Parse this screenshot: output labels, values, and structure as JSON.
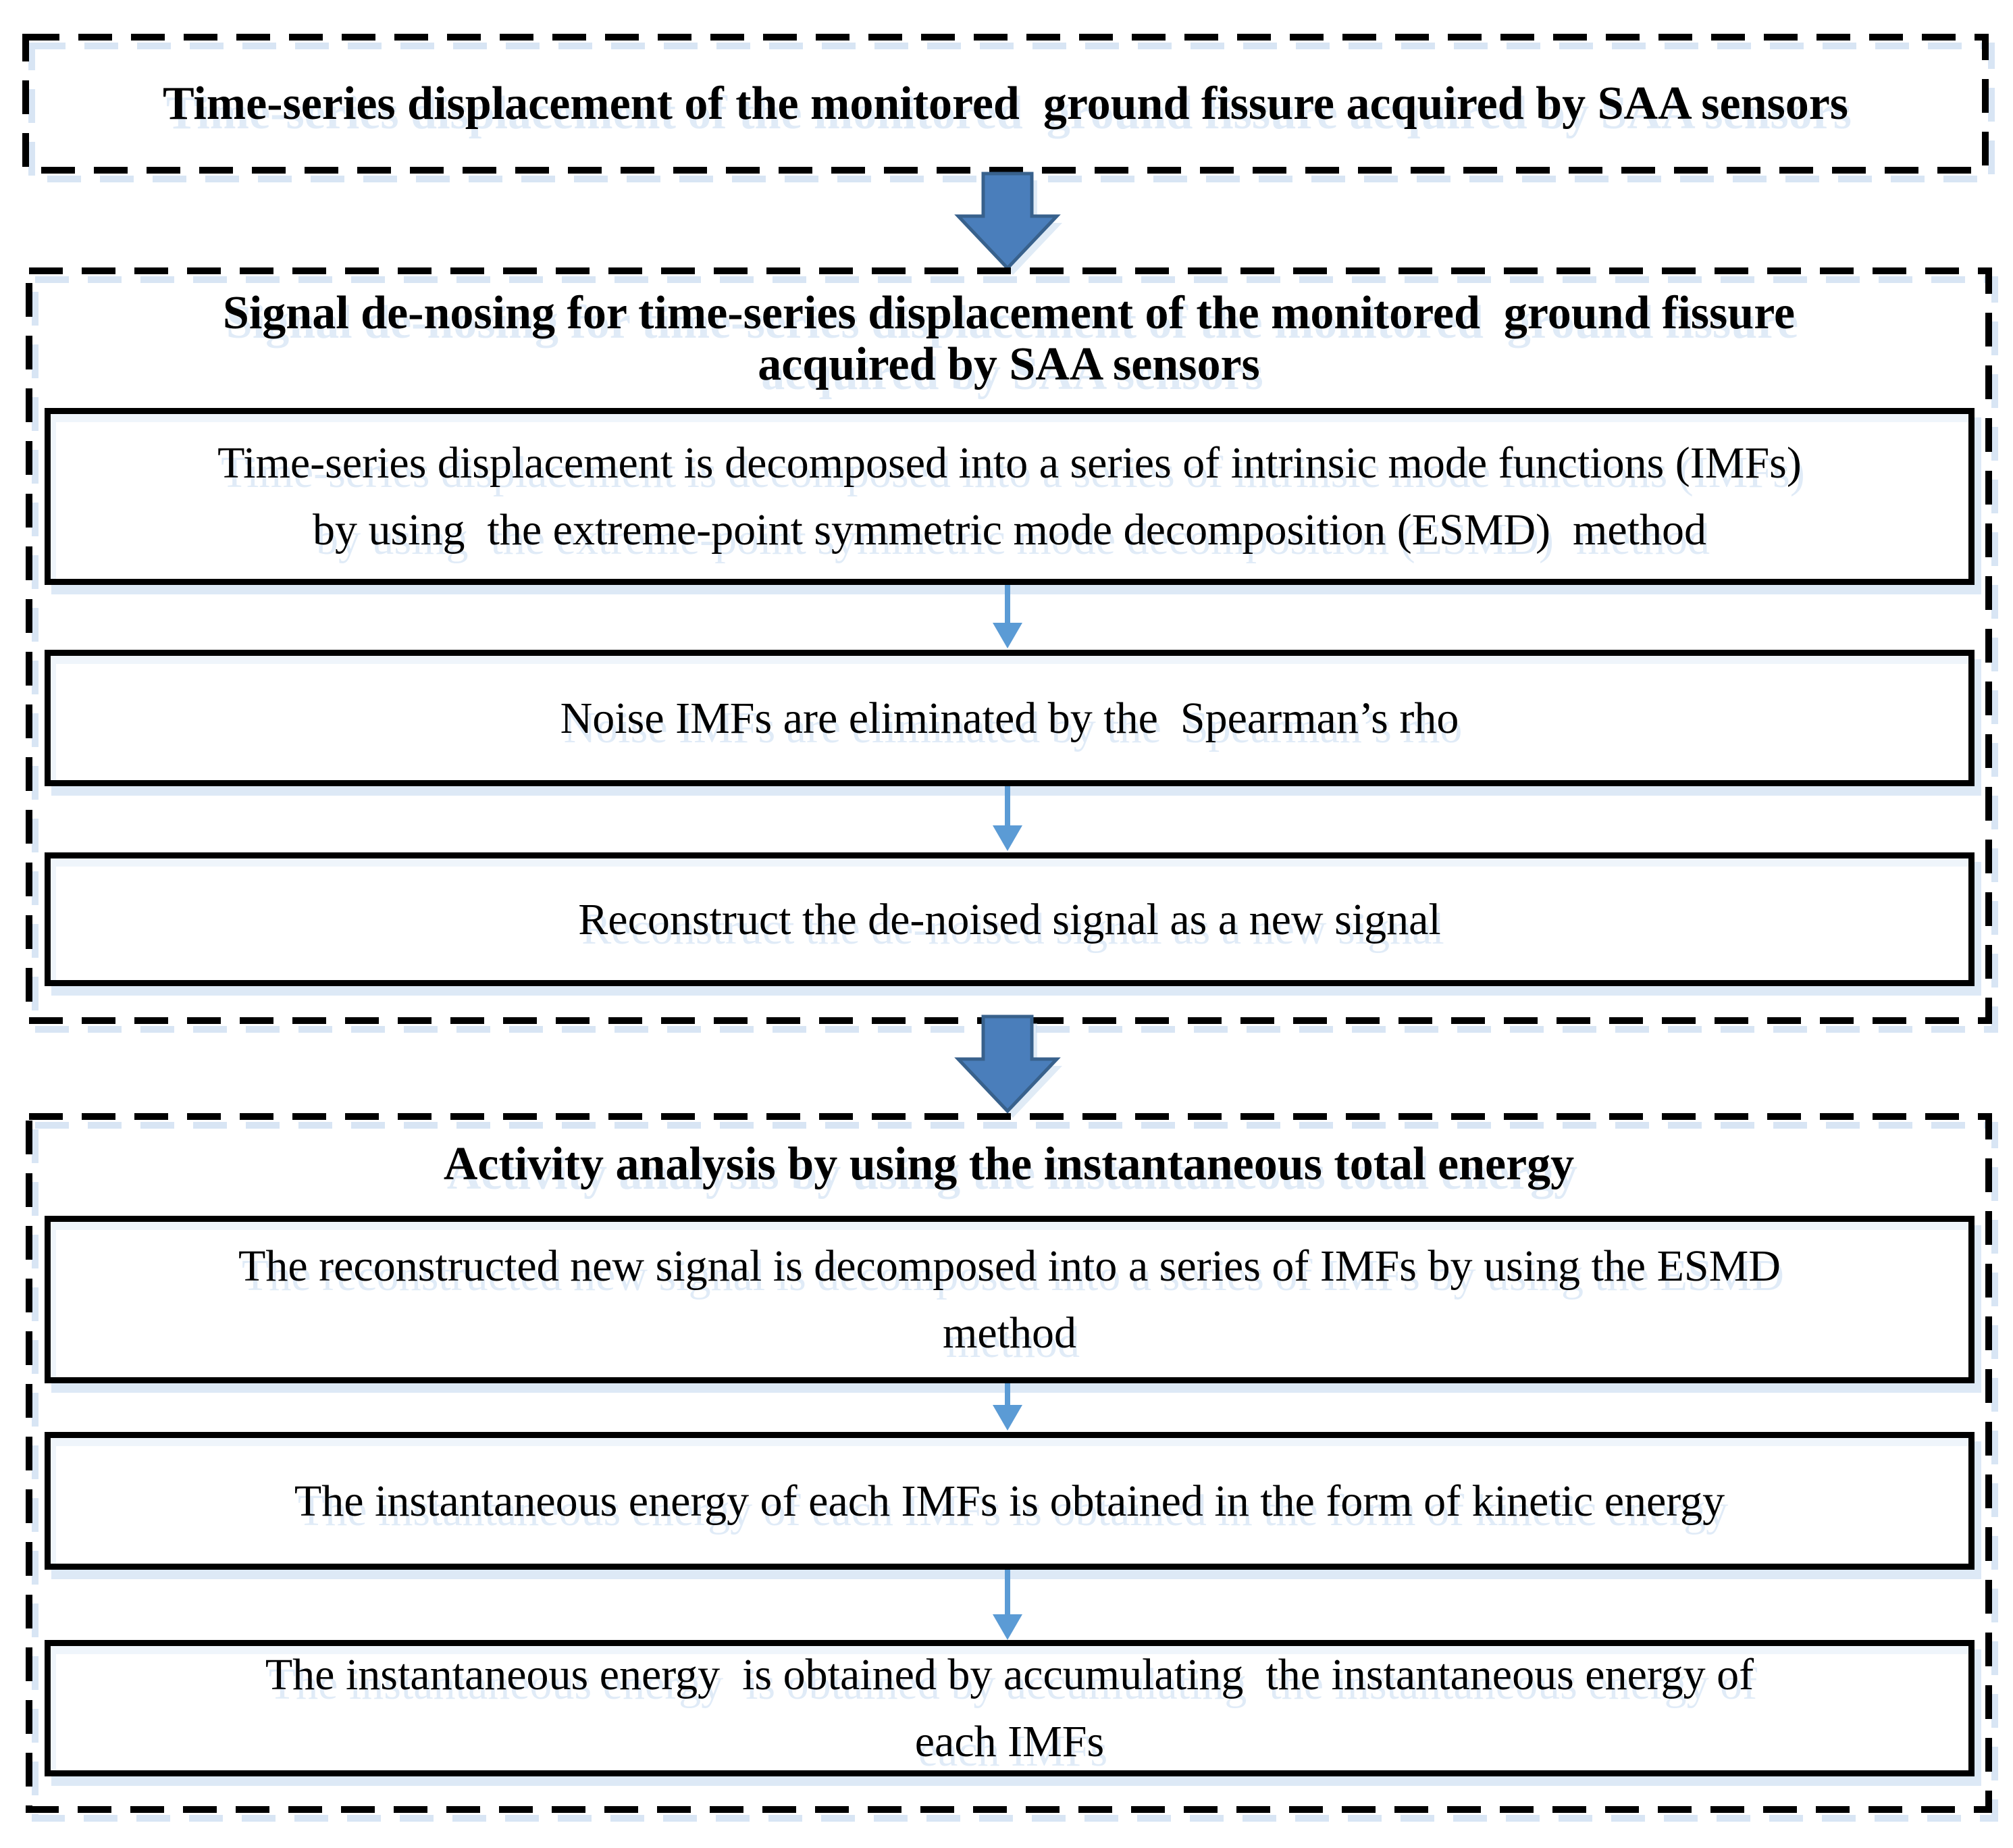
{
  "colors": {
    "border": "#000000",
    "shadow_blue": "#C7DAEF",
    "big_arrow_fill": "#4A7EBB",
    "big_arrow_stroke": "#38618C",
    "thin_arrow": "#5B9BD5"
  },
  "sections": {
    "source": {
      "text": "Time-series displacement of the monitored  ground fissure acquired by SAA sensors"
    },
    "denoising": {
      "title": "Signal de-nosing for time-series displacement of the monitored  ground fissure\nacquired by SAA sensors",
      "steps": [
        "Time-series displacement is decomposed into a series of intrinsic mode functions (IMFs)\nby using  the extreme-point symmetric mode decomposition (ESMD)  method",
        "Noise IMFs are eliminated by the  Spearman’s rho",
        "Reconstruct the de-noised signal as a new signal"
      ]
    },
    "activity": {
      "title": "Activity analysis by using the instantaneous total energy",
      "steps": [
        "The reconstructed new signal is decomposed into a series of IMFs by using the ESMD\nmethod",
        "The instantaneous energy of each IMFs is obtained in the form of kinetic energy",
        "The instantaneous energy  is obtained by accumulating  the instantaneous energy of\neach IMFs"
      ]
    }
  }
}
